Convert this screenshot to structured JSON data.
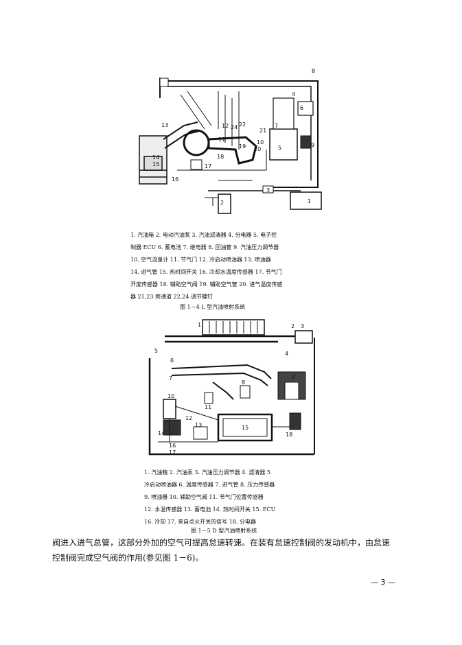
{
  "figure1": {
    "legend": [
      "1. 汽油箱  2. 电动汽油泵  3. 汽油滤清器  4. 分电器  5. 电子控",
      "制器 ECU  6. 蓄电池  7. 继电器  8. 回油管  9. 汽油压力调节器",
      "10. 空气流量计  11. 节气门  12. 冷启动喷油器  13. 喷油器",
      "14. 进气管  15. 热时间开关  16. 冷却水温度传感器  17. 节气门",
      "开度传感器  18. 辅助空气阀  19. 辅助空气管  20. 进气温度传感",
      "器  21,23  旁通道  22,24  调节螺钉"
    ],
    "caption": "图 1－4  L 型汽油喷射系统",
    "labels": [
      "1",
      "2",
      "3",
      "4",
      "5",
      "6",
      "7",
      "8",
      "9",
      "10",
      "11",
      "12",
      "13",
      "14",
      "15",
      "16",
      "17",
      "18",
      "19",
      "20",
      "21",
      "22",
      "24"
    ]
  },
  "figure2": {
    "legend": [
      "1. 汽油箱  2. 汽油泵  3. 汽油压力调节器  4. 滤清器  5",
      "冷启动喷油器  6. 温度传感器  7. 进气管  8. 压力传感器",
      "9. 喷油器  10. 辅助空气阀  11. 节气门位置传感器",
      "12. 水温传感器  13. 蓄电池  14. 热时间开关  15. ECU",
      "16. 冷却  17. 来自点火开关的信号  18. 分电器"
    ],
    "caption": "图 1－5  D 型汽油喷射系统",
    "labels": [
      "1",
      "2",
      "3",
      "4",
      "5",
      "6",
      "7",
      "8",
      "9",
      "10",
      "11",
      "12",
      "13",
      "14",
      "15",
      "16",
      "17",
      "18"
    ]
  },
  "paragraph": [
    "阀进入进气总管，这部分外加的空气可提高怠速转速。在装有怠速控制阀的发动机中，由怠速",
    "控制阀完成空气阀的作用(参见图 1－6)。"
  ],
  "page_number": "— 3 —"
}
